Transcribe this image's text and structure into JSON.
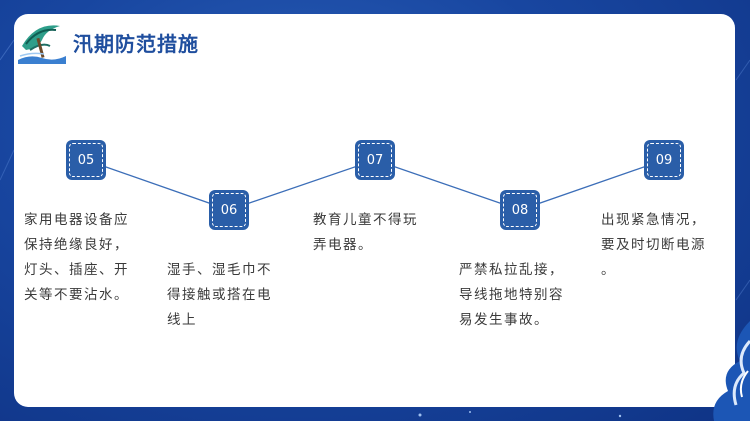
{
  "header": {
    "title": "汛期防范措施"
  },
  "steps": [
    {
      "number": "05",
      "lines": [
        "家用电器设备应",
        "保持绝缘良好，",
        "灯头、插座、开",
        "关等不要沾水。"
      ]
    },
    {
      "number": "06",
      "lines": [
        "湿手、湿毛巾不",
        "得接触或搭在电",
        "线上"
      ]
    },
    {
      "number": "07",
      "lines": [
        "教育儿童不得玩",
        "弄电器。"
      ]
    },
    {
      "number": "08",
      "lines": [
        "严禁私拉乱接，",
        "导线拖地特别容",
        "易发生事故。"
      ]
    },
    {
      "number": "09",
      "lines": [
        "出现紧急情况，",
        "要及时切断电源",
        "。"
      ]
    }
  ],
  "colors": {
    "accent": "#2a5ea8",
    "title": "#1f4e9e",
    "text": "#3a3a3a",
    "line": "#3c6eb8"
  }
}
